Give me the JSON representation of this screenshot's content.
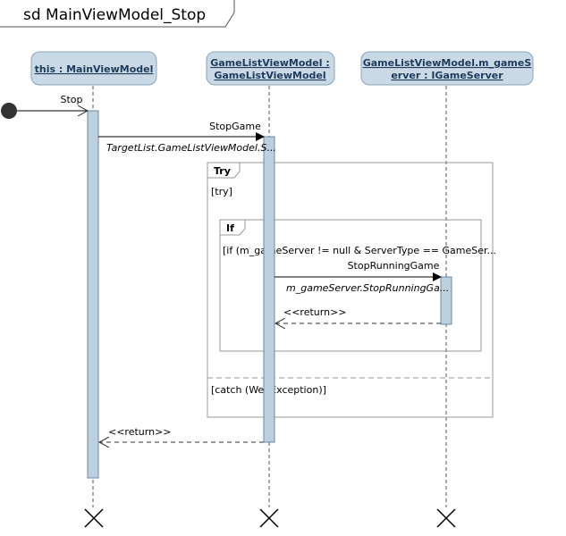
{
  "diagram": {
    "frame_title": "sd MainViewModel_Stop",
    "lifelines": [
      {
        "label_line1": "this : MainViewModel",
        "label_line2": ""
      },
      {
        "label_line1": "GameListViewModel :",
        "label_line2": "GameListViewModel"
      },
      {
        "label_line1": "GameListViewModel.m_gameS",
        "label_line2": "erver : IGameServer"
      }
    ],
    "messages": {
      "stop": "Stop",
      "stop_game": "StopGame",
      "stop_game_note": "TargetList.GameListViewModel.S...",
      "stop_running_game": "StopRunningGame",
      "stop_running_game_note": "m_gameServer.StopRunningGa...",
      "return_inner": "<<return>>",
      "return_outer": "<<return>>"
    },
    "fragments": {
      "try_label": "Try",
      "try_guard": "[try]",
      "catch_guard": "[catch (WebException)]",
      "if_label": "If",
      "if_guard": "[if (m_gameServer != null & ServerType == GameSer..."
    },
    "colors": {
      "lifeline_head_fill": "#c9d9e6",
      "lifeline_head_text": "#1f3b5c",
      "activation_fill": "#bcd0df",
      "activation_stroke": "#6d8aa3",
      "fragment_stroke": "#9a9a9a"
    }
  }
}
